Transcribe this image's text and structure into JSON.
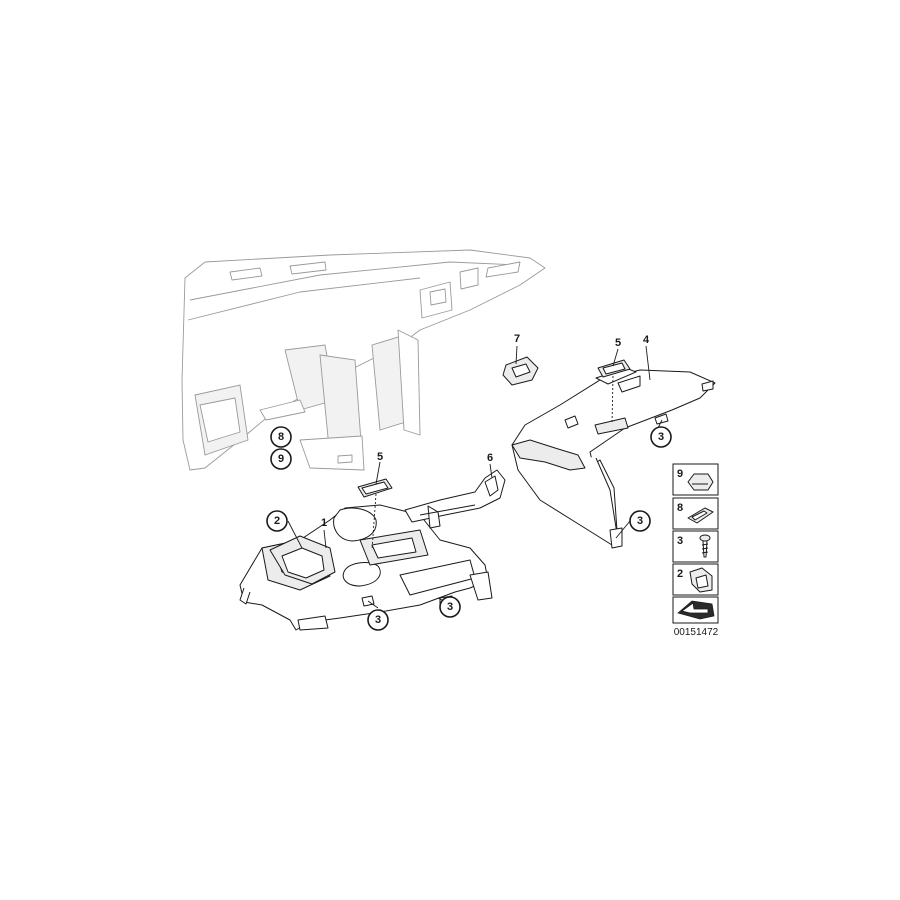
{
  "diagram": {
    "callouts": {
      "c1": "1",
      "c2": "2",
      "c3a": "3",
      "c3b": "3",
      "c3c": "3",
      "c3d": "3",
      "c4": "4",
      "c5a": "5",
      "c5b": "5",
      "c6": "6",
      "c7": "7",
      "c8": "8",
      "c9": "9"
    },
    "legend": [
      {
        "num": "9",
        "part": "clip"
      },
      {
        "num": "8",
        "part": "clip-nut"
      },
      {
        "num": "3",
        "part": "screw"
      },
      {
        "num": "2",
        "part": "bracket-clip"
      },
      {
        "num": "",
        "part": "arrow-symbol"
      }
    ],
    "document_id": "00151472"
  }
}
